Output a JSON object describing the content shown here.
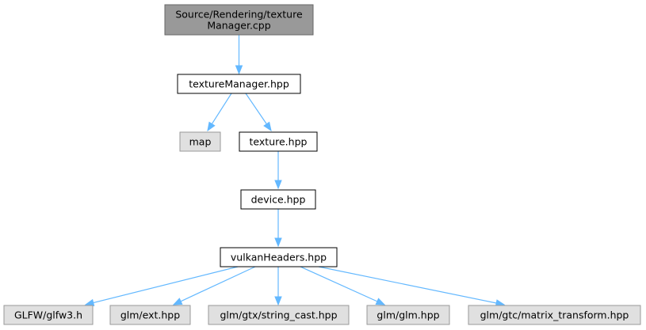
{
  "graph": {
    "nodes": [
      {
        "id": "texturemanager-cpp",
        "lines": [
          "Source/Rendering/texture",
          "Manager.cpp"
        ],
        "kind": "root"
      },
      {
        "id": "texturemanager-hpp",
        "lines": [
          "textureManager.hpp"
        ],
        "kind": "local"
      },
      {
        "id": "map",
        "lines": [
          "map"
        ],
        "kind": "external"
      },
      {
        "id": "texture-hpp",
        "lines": [
          "texture.hpp"
        ],
        "kind": "local"
      },
      {
        "id": "device-hpp",
        "lines": [
          "device.hpp"
        ],
        "kind": "local"
      },
      {
        "id": "vulkanheaders-hpp",
        "lines": [
          "vulkanHeaders.hpp"
        ],
        "kind": "local"
      },
      {
        "id": "glfw3-h",
        "lines": [
          "GLFW/glfw3.h"
        ],
        "kind": "external"
      },
      {
        "id": "glm-ext-hpp",
        "lines": [
          "glm/ext.hpp"
        ],
        "kind": "external"
      },
      {
        "id": "glm-gtx-string-cast-hpp",
        "lines": [
          "glm/gtx/string_cast.hpp"
        ],
        "kind": "external"
      },
      {
        "id": "glm-glm-hpp",
        "lines": [
          "glm/glm.hpp"
        ],
        "kind": "external"
      },
      {
        "id": "glm-gtc-matrix-transform-hpp",
        "lines": [
          "glm/gtc/matrix_transform.hpp"
        ],
        "kind": "external"
      }
    ],
    "edges": [
      {
        "from": "texturemanager-cpp",
        "to": "texturemanager-hpp"
      },
      {
        "from": "texturemanager-hpp",
        "to": "map"
      },
      {
        "from": "texturemanager-hpp",
        "to": "texture-hpp"
      },
      {
        "from": "texture-hpp",
        "to": "device-hpp"
      },
      {
        "from": "device-hpp",
        "to": "vulkanheaders-hpp"
      },
      {
        "from": "vulkanheaders-hpp",
        "to": "glfw3-h"
      },
      {
        "from": "vulkanheaders-hpp",
        "to": "glm-ext-hpp"
      },
      {
        "from": "vulkanheaders-hpp",
        "to": "glm-gtx-string-cast-hpp"
      },
      {
        "from": "vulkanheaders-hpp",
        "to": "glm-glm-hpp"
      },
      {
        "from": "vulkanheaders-hpp",
        "to": "glm-gtc-matrix-transform-hpp"
      }
    ],
    "colors": {
      "edge": "#63b8ff",
      "root_fill": "#999999",
      "local_fill": "#ffffff",
      "external_fill": "#e0e0e0"
    }
  }
}
